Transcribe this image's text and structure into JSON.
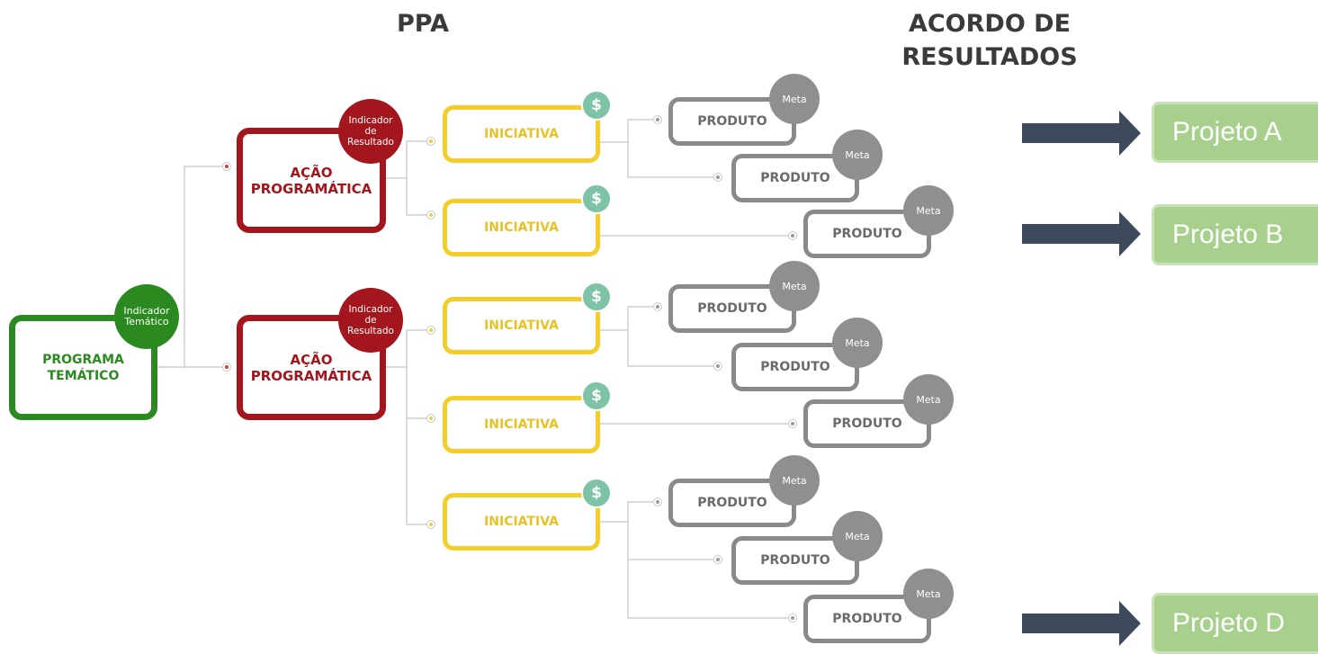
{
  "headings": {
    "ppa": "PPA",
    "acordo": "ACORDO DE\nRESULTADOS"
  },
  "programa": {
    "label": "PROGRAMA\nTEMÁTICO",
    "indicator": "Indicador\nTemático"
  },
  "acoes": [
    {
      "label": "AÇÃO\nPROGRAMÁTICA",
      "indicator": "Indicador\nde\nResultado"
    },
    {
      "label": "AÇÃO\nPROGRAMÁTICA",
      "indicator": "Indicador\nde\nResultado"
    }
  ],
  "iniciativas": [
    {
      "label": "INICIATIVA",
      "icon": "$"
    },
    {
      "label": "INICIATIVA",
      "icon": "$"
    },
    {
      "label": "INICIATIVA",
      "icon": "$"
    },
    {
      "label": "INICIATIVA",
      "icon": "$"
    },
    {
      "label": "INICIATIVA",
      "icon": "$"
    }
  ],
  "produtos": [
    {
      "label": "PRODUTO",
      "meta": "Meta"
    },
    {
      "label": "PRODUTO",
      "meta": "Meta"
    },
    {
      "label": "PRODUTO",
      "meta": "Meta"
    },
    {
      "label": "PRODUTO",
      "meta": "Meta"
    },
    {
      "label": "PRODUTO",
      "meta": "Meta"
    },
    {
      "label": "PRODUTO",
      "meta": "Meta"
    },
    {
      "label": "PRODUTO",
      "meta": "Meta"
    },
    {
      "label": "PRODUTO",
      "meta": "Meta"
    },
    {
      "label": "PRODUTO",
      "meta": "Meta"
    }
  ],
  "projetos": [
    "Projeto A",
    "Projeto B",
    "Projeto D"
  ],
  "colors": {
    "programa": "#2b8a1f",
    "acao": "#a3161d",
    "iniciativa": "#f2cd2c",
    "produto": "#8a8a8a",
    "meta": "#8f8f8f",
    "dollar": "#7ec3a6",
    "arrow": "#3d4a5c",
    "projeto": "#a8d08d"
  }
}
